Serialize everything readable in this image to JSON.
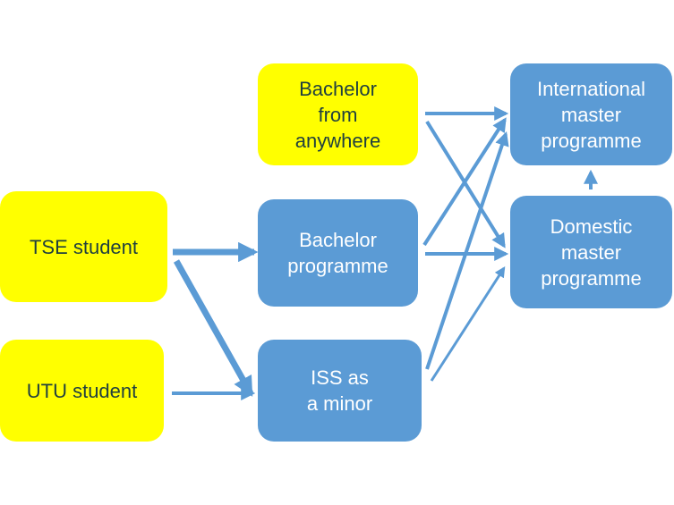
{
  "colors": {
    "source_fill": "#ffff00",
    "program_fill": "#5b9bd5",
    "arrow": "#5b9bd5",
    "source_text": "#1f3f3f",
    "program_text": "#ffffff"
  },
  "nodes": {
    "tse_student": "TSE student",
    "utu_student": "UTU student",
    "bachelor_anywhere": "Bachelor\nfrom\nanywhere",
    "bachelor_programme": "Bachelor\nprogramme",
    "iss_minor": "ISS as\na minor",
    "international_master": "International\nmaster\nprogramme",
    "domestic_master": "Domestic\nmaster\nprogramme"
  },
  "edges": [
    {
      "from": "tse_student",
      "to": "bachelor_programme"
    },
    {
      "from": "tse_student",
      "to": "iss_minor"
    },
    {
      "from": "utu_student",
      "to": "iss_minor"
    },
    {
      "from": "bachelor_anywhere",
      "to": "international_master"
    },
    {
      "from": "bachelor_anywhere",
      "to": "domestic_master"
    },
    {
      "from": "bachelor_programme",
      "to": "international_master"
    },
    {
      "from": "bachelor_programme",
      "to": "domestic_master"
    },
    {
      "from": "iss_minor",
      "to": "international_master"
    },
    {
      "from": "iss_minor",
      "to": "domestic_master"
    },
    {
      "from": "domestic_master",
      "to": "international_master"
    }
  ]
}
